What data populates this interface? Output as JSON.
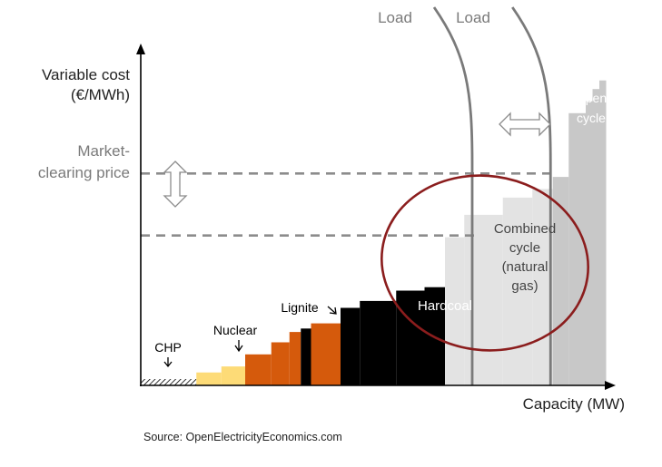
{
  "chart_data": {
    "type": "bar",
    "title": "",
    "ylabel_lines": [
      "Variable cost",
      "(€/MWh)"
    ],
    "xlabel": "Capacity (MW)",
    "price_label_lines": [
      "Market-",
      "clearing price"
    ],
    "load_label": "Load",
    "source": "Source: OpenElectricityEconomics.com",
    "grid": false,
    "market_clearing_prices": [
      87,
      123
    ],
    "series": [
      {
        "name": "CHP",
        "label_lines": [
          "CHP"
        ],
        "color": "#ffffff",
        "hatched": true,
        "steps": [
          [
            0,
            49,
            0.4
          ]
        ]
      },
      {
        "name": "Nuclear",
        "label_lines": [
          "Nuclear"
        ],
        "color": "#fddb77",
        "steps": [
          [
            49,
            71,
            7.5
          ],
          [
            71,
            92,
            11
          ]
        ]
      },
      {
        "name": "Lignite",
        "label_lines": [
          "Lignite"
        ],
        "color": "#d55a0c",
        "steps": [
          [
            92,
            115,
            18
          ],
          [
            115,
            131,
            25
          ],
          [
            131,
            141,
            31
          ]
        ]
      },
      {
        "name": "Lignite (black block)",
        "color": "#000000",
        "steps": [
          [
            141,
            150,
            33
          ]
        ]
      },
      {
        "name": "Lignite (orange block)",
        "color": "#d55a0c",
        "steps": [
          [
            150,
            176,
            36
          ]
        ]
      },
      {
        "name": "Hardcoal",
        "label_lines": [
          "Hardcoal"
        ],
        "color": "#000000",
        "steps": [
          [
            176,
            193,
            45
          ],
          [
            193,
            225,
            49
          ],
          [
            225,
            250,
            55
          ],
          [
            250,
            268,
            57
          ]
        ]
      },
      {
        "name": "Combined cycle (natural gas)",
        "label_lines": [
          "Combined",
          "cycle",
          "(natural",
          "gas)"
        ],
        "color": "#e3e3e3",
        "steps": [
          [
            268,
            285,
            86
          ],
          [
            285,
            319,
            99
          ],
          [
            319,
            345,
            109
          ],
          [
            345,
            363,
            114
          ]
        ]
      },
      {
        "name": "Open cycle",
        "label_lines": [
          "Open",
          "cycle"
        ],
        "color": "#c8c8c8",
        "steps": [
          [
            363,
            377,
            121
          ],
          [
            377,
            392,
            158
          ],
          [
            392,
            398,
            165
          ],
          [
            398,
            404,
            172
          ],
          [
            404,
            410,
            177
          ]
        ]
      }
    ],
    "load_curves_x": [
      292,
      361
    ],
    "ylim": [
      0,
      182
    ],
    "xlim": [
      0,
      417
    ]
  }
}
